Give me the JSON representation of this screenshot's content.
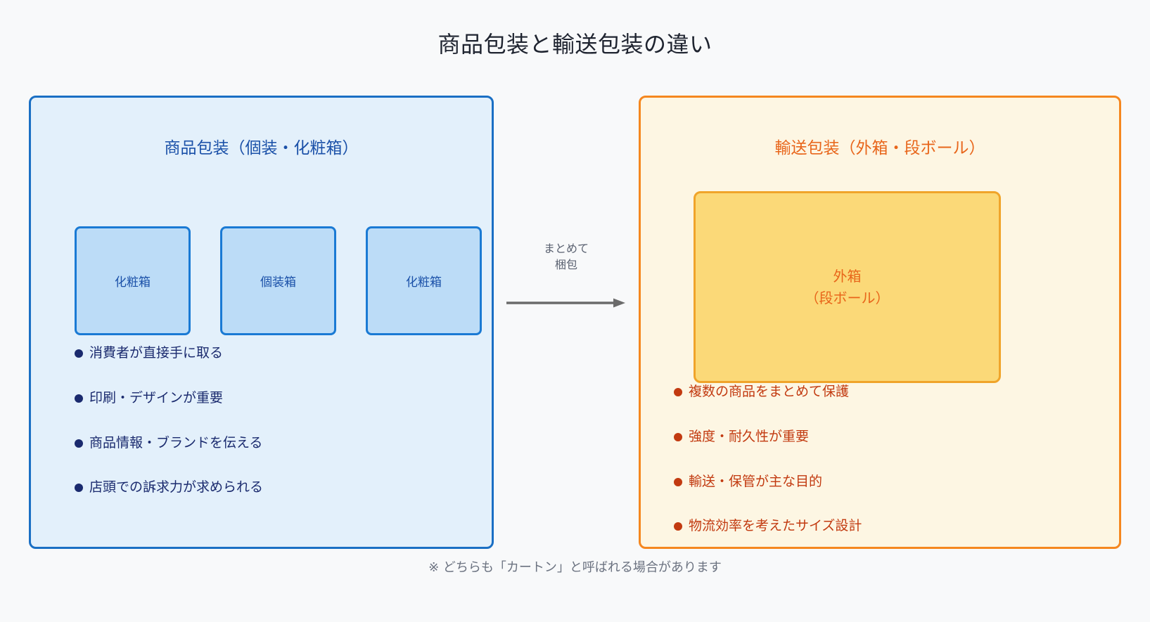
{
  "page": {
    "title": "商品包装と輸送包装の違い",
    "background_color": "#f8f9fa",
    "footnote": "※ どちらも「カートン」と呼ばれる場合があります"
  },
  "left_panel": {
    "heading": "商品包装（個装・化粧箱）",
    "border_color": "#1a6fc4",
    "fill_color": "#e3f0fb",
    "heading_color": "#1a50a8",
    "boxes": [
      {
        "label": "化粧箱"
      },
      {
        "label": "個装箱"
      },
      {
        "label": "化粧箱"
      }
    ],
    "box_border_color": "#1a7ad4",
    "box_fill_color": "#bcdcf7",
    "bullets": [
      "消費者が直接手に取る",
      "印刷・デザインが重要",
      "商品情報・ブランドを伝える",
      "店頭での訴求力が求められる"
    ],
    "bullet_color": "#1a2a6e"
  },
  "connector": {
    "label_line1": "まとめて",
    "label_line2": "梱包",
    "arrow_color": "#6b6b6b",
    "label_color": "#5a6170",
    "icon": "arrow-right-icon"
  },
  "right_panel": {
    "heading": "輸送包装（外箱・段ボール）",
    "border_color": "#f5871f",
    "fill_color": "#fdf6e3",
    "heading_color": "#e8651a",
    "outer_box": {
      "label_line1": "外箱",
      "label_line2": "（段ボール）",
      "border_color": "#f0a42a",
      "fill_color": "#fbd978"
    },
    "bullets": [
      "複数の商品をまとめて保護",
      "強度・耐久性が重要",
      "輸送・保管が主な目的",
      "物流効率を考えたサイズ設計"
    ],
    "bullet_color": "#c23a10"
  }
}
